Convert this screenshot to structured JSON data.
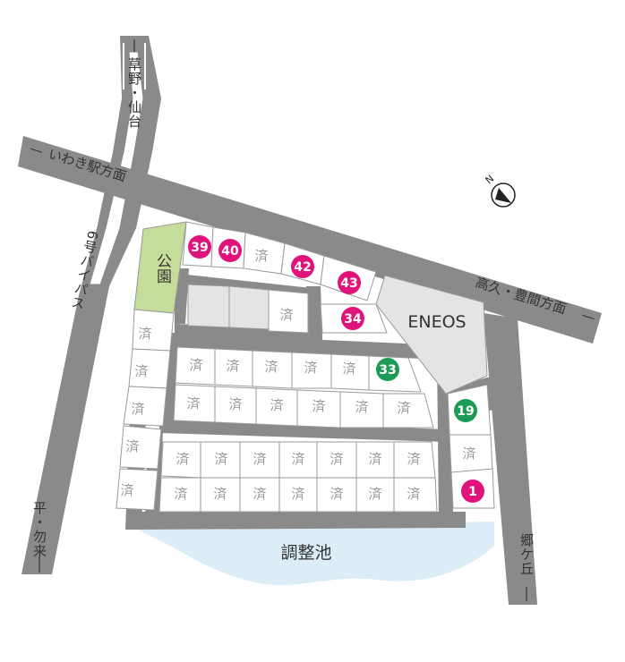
{
  "roads": {
    "north": "草野・仙台",
    "west_top": "いわき駅方面",
    "bypass": "6号バイパス",
    "east": "高久・豊間方面",
    "south_left": "平・勿来",
    "south_right": "郷ケ丘"
  },
  "places": {
    "park": "公園",
    "gas_station": "ENEOS",
    "pond": "調整池"
  },
  "sold_label": "済",
  "available_lots": [
    {
      "number": "39",
      "color": "#e0137b"
    },
    {
      "number": "40",
      "color": "#e0137b"
    },
    {
      "number": "42",
      "color": "#e0137b"
    },
    {
      "number": "43",
      "color": "#e0137b"
    },
    {
      "number": "34",
      "color": "#e0137b"
    },
    {
      "number": "33",
      "color": "#1c9a56"
    },
    {
      "number": "19",
      "color": "#1c9a56"
    },
    {
      "number": "1",
      "color": "#e0137b"
    }
  ],
  "compass_label": "N",
  "colors": {
    "road": "#8a8a8a",
    "park": "#c5dd9a",
    "pond": "#dcedf8",
    "gas_station": "#e4e4e4",
    "lot_line": "#9a9a9a"
  }
}
